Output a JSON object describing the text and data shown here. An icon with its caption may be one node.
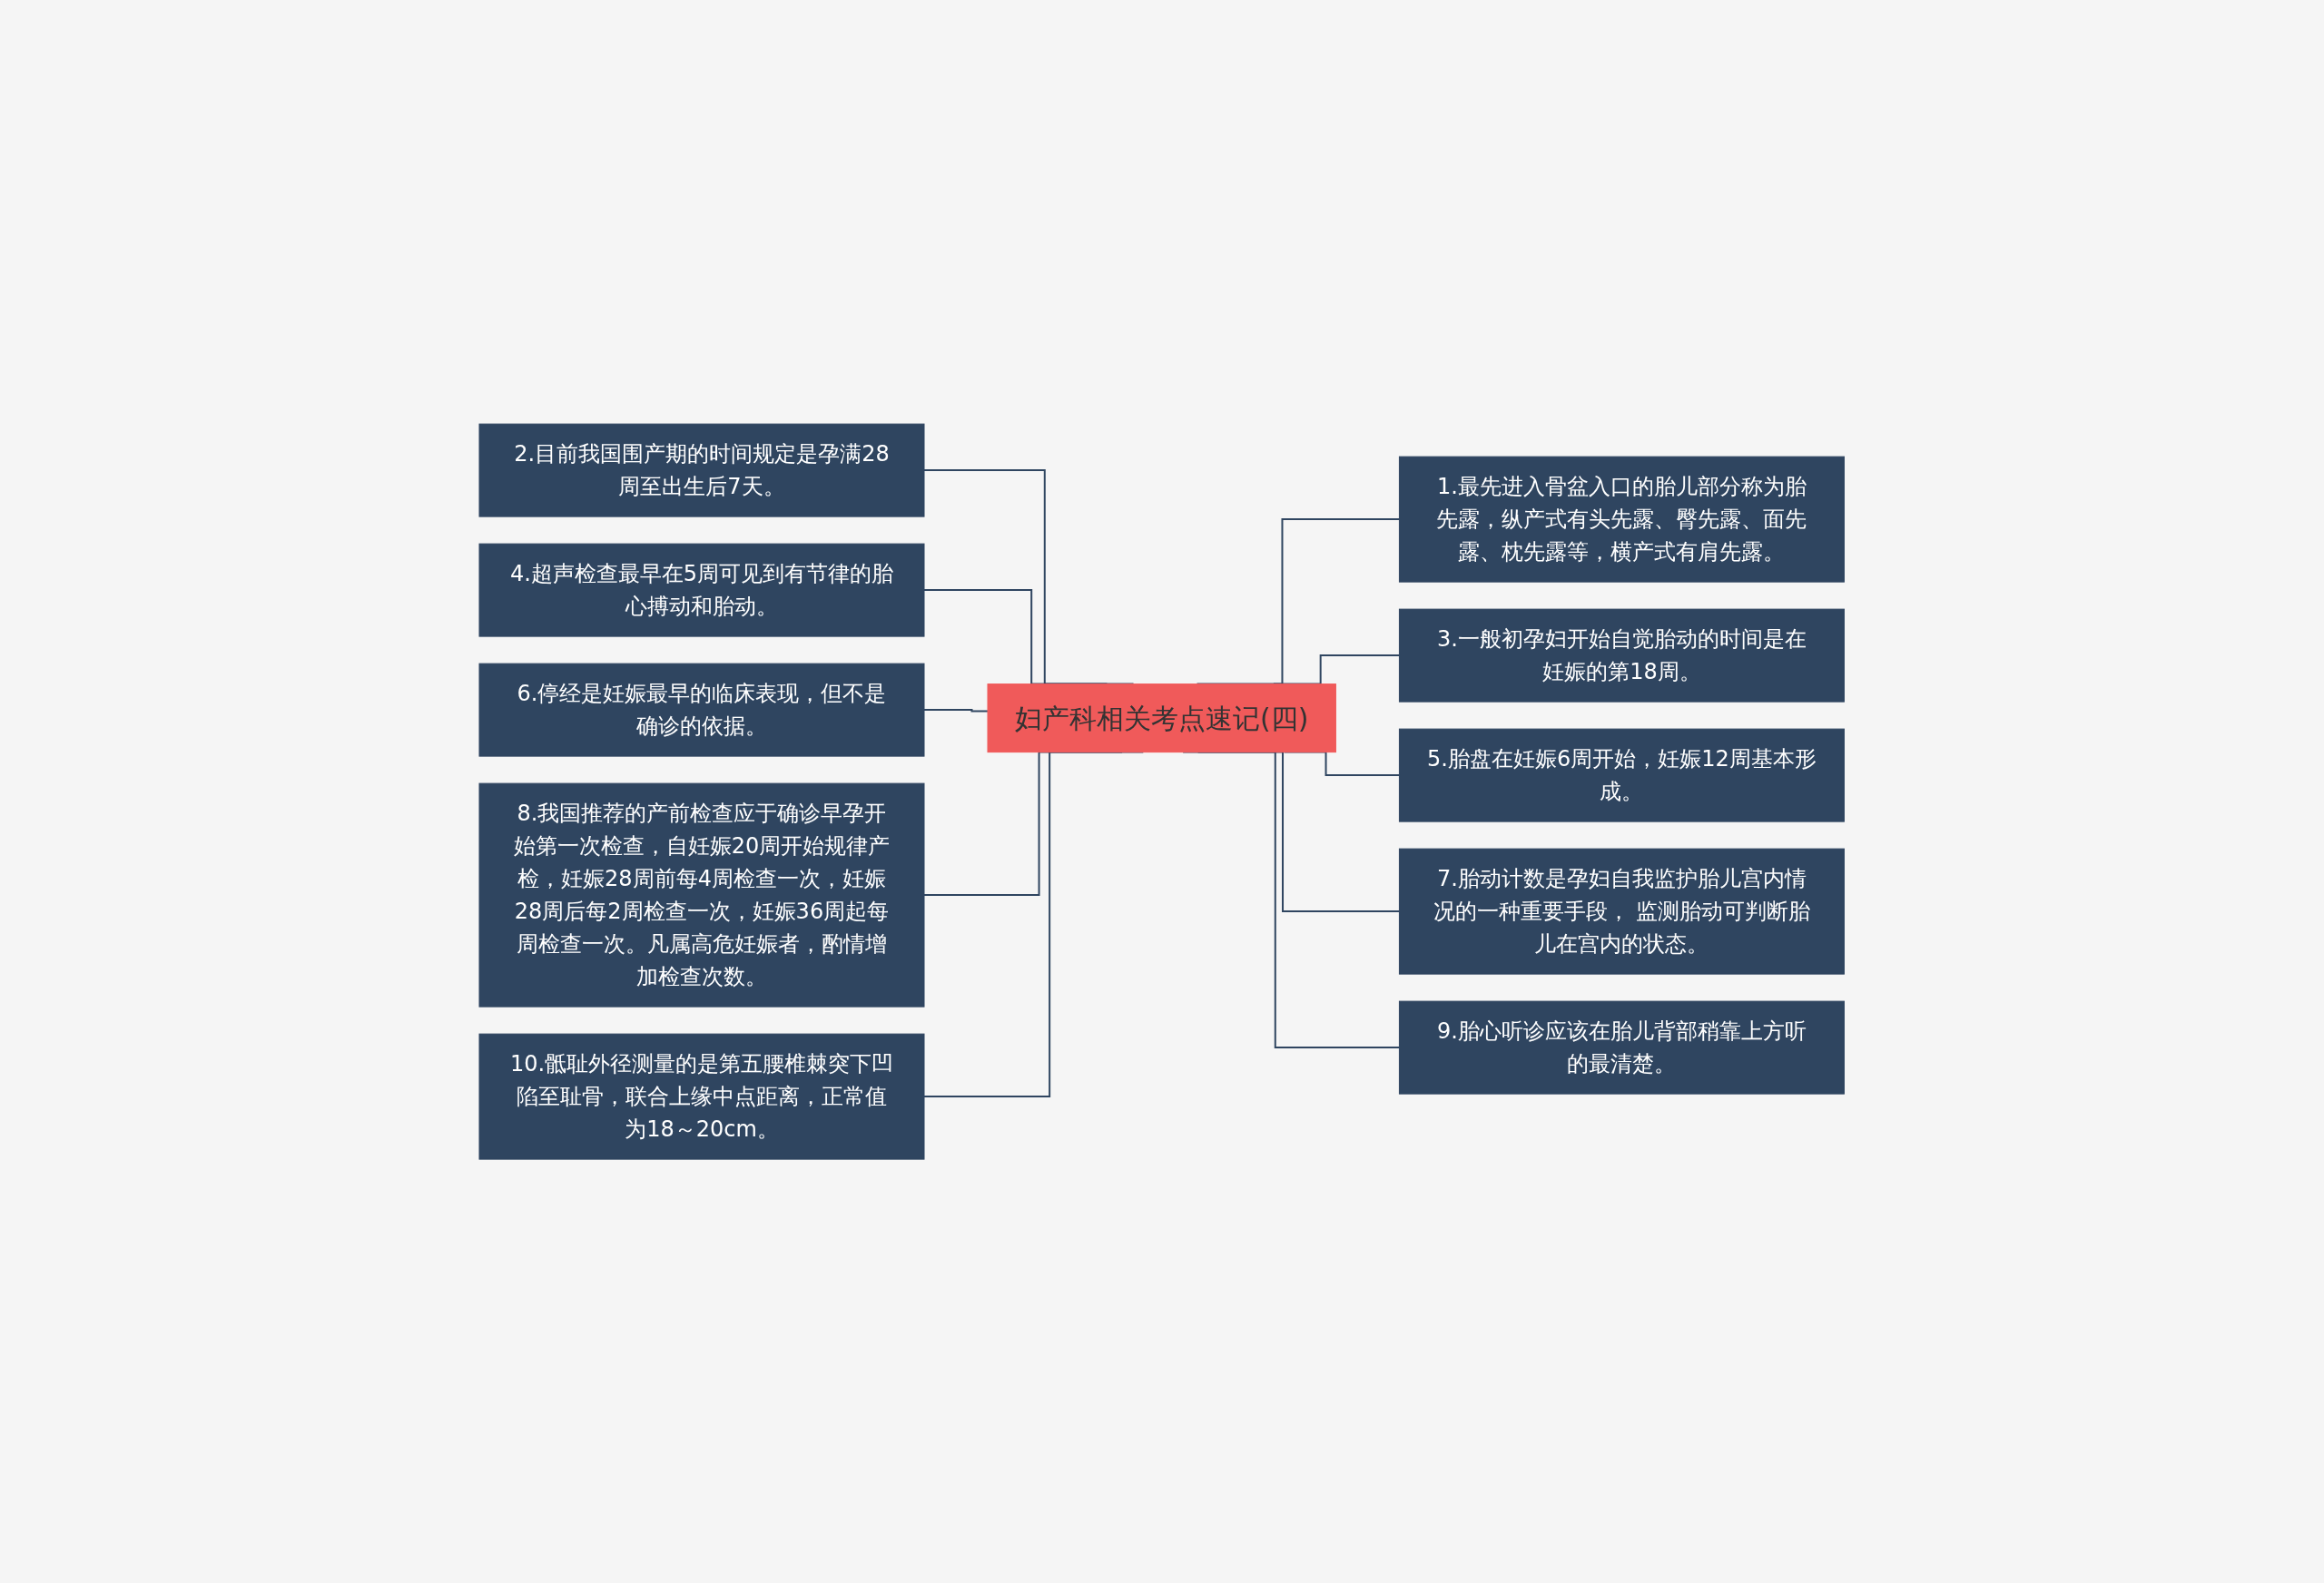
{
  "diagram": {
    "nodes": [
      {
        "text": [
          "妇产科相关考点速记(四)"
        ]
      },
      {
        "text": [
          "2.目前我国围产期的时间规定是孕满28周至出生后7天。"
        ]
      },
      {
        "text": [
          "4.超声检查最早在5周可见到有节律的胎心搏动和胎动。"
        ]
      },
      {
        "text": [
          "6.停经是妊娠最早的临床表现，但不是确诊的依据。"
        ]
      },
      {
        "text": [
          "8.我国推荐的产前检查应于确诊早孕开始第一次检查，自妊娠20周开始规律产检，妊娠28周前每4周检查一次，妊娠28周后每2周检查一次，妊娠36周起每周检查一次。凡属高危妊娠者，酌情增加检查次数。"
        ]
      },
      {
        "text": [
          "10.骶耻外径测量的是第五腰椎棘突下凹陷至耻骨，联合上缘中点距离，正常值为18～20cm。"
        ]
      },
      {
        "text": [
          "1.最先进入骨盆入口的胎儿部分称为胎先露，纵产式有头先露、臀先露、面先露、枕先露等，横产式有肩先露。"
        ]
      },
      {
        "text": [
          "3.一般初孕妇开始自觉胎动的时间是在妊娠的第18周。"
        ]
      },
      {
        "text": [
          "5.胎盘在妊娠6周开始，妊娠12周基本形成。"
        ]
      },
      {
        "text": [
          "7.胎动计数是孕妇自我监护胎儿宫内情况的一种重要手段， 监测胎动可判断胎儿在宫内的状态。"
        ]
      },
      {
        "text": [
          "9.胎心听诊应该在胎儿背部稍靠上方听的最清楚。"
        ]
      }
    ],
    "edges": [
      {
        "from": 0,
        "to": 1,
        "arrow": "none"
      },
      {
        "from": 0,
        "to": 2,
        "arrow": "none"
      },
      {
        "from": 0,
        "to": 3,
        "arrow": "none"
      },
      {
        "from": 0,
        "to": 4,
        "arrow": "none"
      },
      {
        "from": 0,
        "to": 5,
        "arrow": "none"
      },
      {
        "from": 0,
        "to": 6,
        "arrow": "none"
      },
      {
        "from": 0,
        "to": 7,
        "arrow": "none"
      },
      {
        "from": 0,
        "to": 8,
        "arrow": "none"
      },
      {
        "from": 0,
        "to": 9,
        "arrow": "none"
      },
      {
        "from": 0,
        "to": 10,
        "arrow": "none"
      }
    ]
  }
}
